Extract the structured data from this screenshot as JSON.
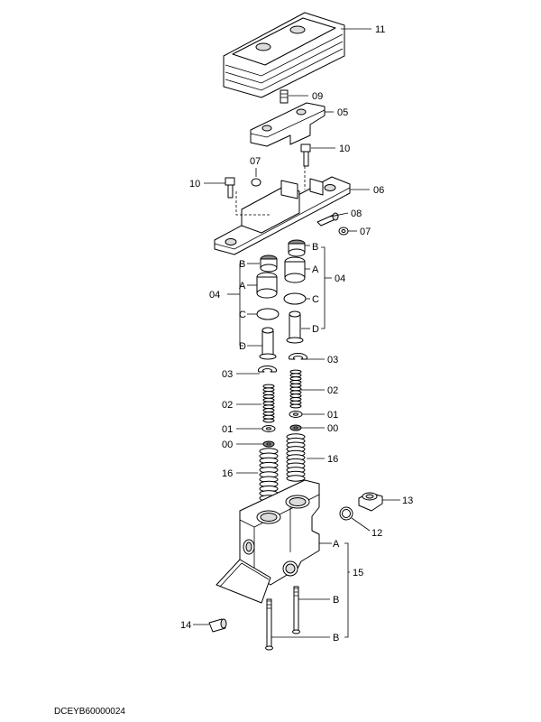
{
  "labels": {
    "p11": "11",
    "p09": "09",
    "p05": "05",
    "p10a": "10",
    "p07a": "07",
    "p10b": "10",
    "p06": "06",
    "p08": "08",
    "p07b": "07",
    "b_top": "B",
    "a_top": "A",
    "b_left": "B",
    "a_left": "A",
    "c_left": "C",
    "d_left": "D",
    "c_right": "C",
    "d_right": "D",
    "p04_left": "04",
    "p04_right": "04",
    "p03_left": "03",
    "p03_right": "03",
    "p02_left": "02",
    "p02_right": "02",
    "p01_left": "01",
    "p01_right": "01",
    "p00_left": "00",
    "p00_right": "00",
    "p16_left": "16",
    "p16_right": "16",
    "p13": "13",
    "p12": "12",
    "a_body": "A",
    "p15": "15",
    "b_body1": "B",
    "b_body2": "B",
    "p14": "14"
  },
  "drawing_code": "DCEYB60000024"
}
